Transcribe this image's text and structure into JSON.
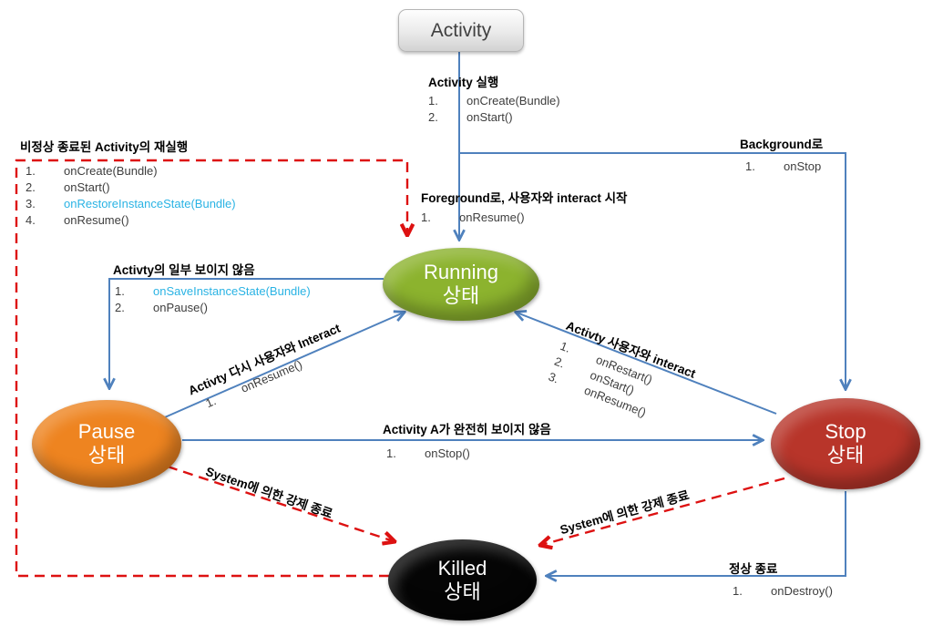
{
  "start_node": {
    "label": "Activity"
  },
  "nodes": {
    "running": {
      "name": "Running",
      "subtitle": "상태",
      "color": "#8cb32e"
    },
    "pause": {
      "name": "Pause",
      "subtitle": "상태",
      "color": "#ee8420"
    },
    "stop": {
      "name": "Stop",
      "subtitle": "상태",
      "color": "#b8352a"
    },
    "killed": {
      "name": "Killed",
      "subtitle": "상태",
      "color": "#050505"
    }
  },
  "edges": {
    "activity_launch": {
      "title": "Activity 실행",
      "steps": [
        {
          "n": "1.",
          "t": "onCreate(Bundle)"
        },
        {
          "n": "2.",
          "t": "onStart()"
        }
      ]
    },
    "to_foreground": {
      "title": "Foreground로, 사용자와 interact 시작",
      "steps": [
        {
          "n": "1.",
          "t": "onResume()"
        }
      ]
    },
    "to_background": {
      "title": "Background로",
      "steps": [
        {
          "n": "1.",
          "t": "onStop"
        }
      ]
    },
    "abnormal_restart": {
      "title": "비정상 종료된 Activity의 재실행",
      "steps": [
        {
          "n": "1.",
          "t": "onCreate(Bundle)"
        },
        {
          "n": "2.",
          "t": "onStart()"
        },
        {
          "n": "3.",
          "t": "onRestoreInstanceState(Bundle)",
          "hl": true
        },
        {
          "n": "4.",
          "t": "onResume()"
        }
      ]
    },
    "partially_hidden": {
      "title": "Activty의 일부 보이지 않음",
      "steps": [
        {
          "n": "1.",
          "t": "onSaveInstanceState(Bundle)",
          "hl": true
        },
        {
          "n": "2.",
          "t": "onPause()"
        }
      ]
    },
    "pause_interact": {
      "title": "Activty 다시 사용자와 Interact",
      "steps": [
        {
          "n": "1.",
          "t": "onResume()"
        }
      ]
    },
    "stop_interact": {
      "title": "Activty 사용자와 interact",
      "steps": [
        {
          "n": "1.",
          "t": "onRestart()"
        },
        {
          "n": "2.",
          "t": "onStart()"
        },
        {
          "n": "3.",
          "t": "onResume()"
        }
      ]
    },
    "fully_hidden": {
      "title": "Activity A가 완전히 보이지 않음",
      "steps": [
        {
          "n": "1.",
          "t": "onStop()"
        }
      ]
    },
    "system_kill_left": {
      "title": "System에 의한 강제 종료"
    },
    "system_kill_right": {
      "title": "System에 의한 강제 종료"
    },
    "normal_exit": {
      "title": "정상 종료",
      "steps": [
        {
          "n": "1.",
          "t": "onDestroy()"
        }
      ]
    }
  },
  "colors": {
    "line_blue": "#4f81bd",
    "line_red": "#dd1111",
    "highlight_cyan": "#2ab3e4"
  }
}
